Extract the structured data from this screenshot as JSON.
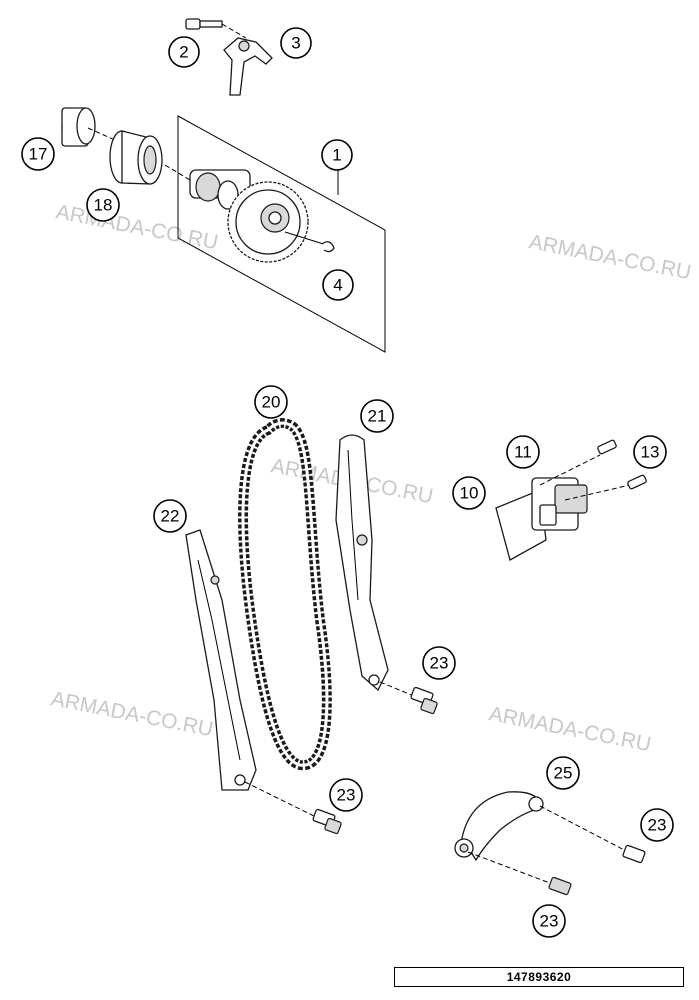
{
  "diagram": {
    "watermarks": [
      {
        "id": "wm-1",
        "text": "ARMADA-CO.RU"
      },
      {
        "id": "wm-2",
        "text": "ARMADA-CO.RU"
      },
      {
        "id": "wm-3",
        "text": "ARMADA-CO.RU"
      },
      {
        "id": "wm-4",
        "text": "ARMADA-CO.RU"
      },
      {
        "id": "wm-5",
        "text": "ARMADA-CO.RU"
      }
    ],
    "callouts": [
      {
        "id": "c2",
        "label": "2"
      },
      {
        "id": "c3",
        "label": "3"
      },
      {
        "id": "c17",
        "label": "17"
      },
      {
        "id": "c1",
        "label": "1"
      },
      {
        "id": "c18",
        "label": "18"
      },
      {
        "id": "c4",
        "label": "4"
      },
      {
        "id": "c20",
        "label": "20"
      },
      {
        "id": "c21",
        "label": "21"
      },
      {
        "id": "c11",
        "label": "11"
      },
      {
        "id": "c13",
        "label": "13"
      },
      {
        "id": "c10",
        "label": "10"
      },
      {
        "id": "c22",
        "label": "22"
      },
      {
        "id": "c23a",
        "label": "23"
      },
      {
        "id": "c23b",
        "label": "23"
      },
      {
        "id": "c25",
        "label": "25"
      },
      {
        "id": "c23c",
        "label": "23"
      },
      {
        "id": "c23d",
        "label": "23"
      }
    ],
    "reference_number": "147893620"
  }
}
